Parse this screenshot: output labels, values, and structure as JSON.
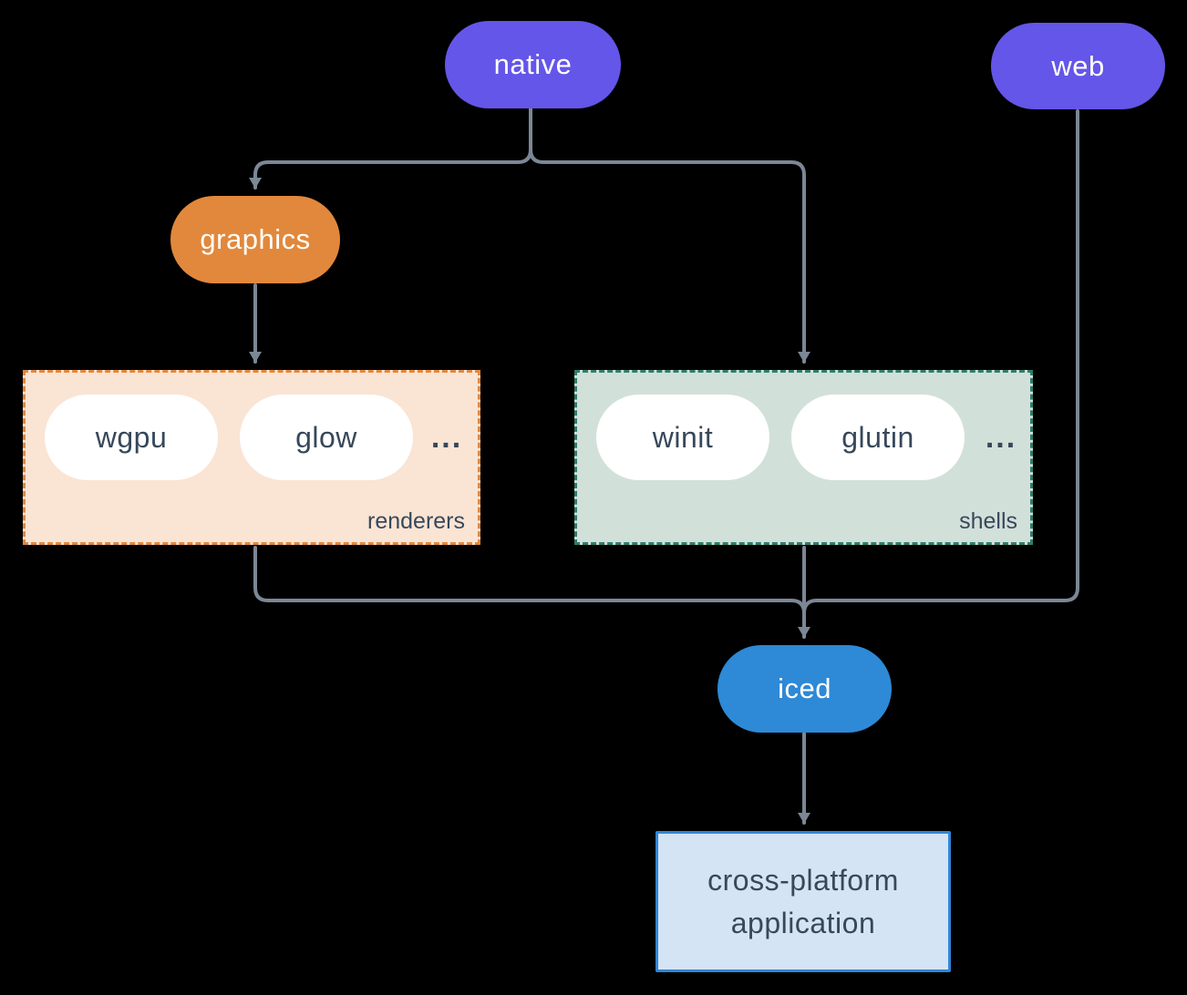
{
  "diagram": {
    "background": "#000000",
    "connector_color": "#7B8795",
    "text_dark": "#37485A",
    "nodes": {
      "native": {
        "label": "native",
        "color": "#6456E8",
        "text_color": "#FFFFFF"
      },
      "web": {
        "label": "web",
        "color": "#6456E8",
        "text_color": "#FFFFFF"
      },
      "graphics": {
        "label": "graphics",
        "color": "#E2883C",
        "text_color": "#FFFFFF"
      },
      "wgpu": {
        "label": "wgpu",
        "color": "#FFFFFF",
        "text_color": "#37485A"
      },
      "glow": {
        "label": "glow",
        "color": "#FFFFFF",
        "text_color": "#37485A"
      },
      "winit": {
        "label": "winit",
        "color": "#FFFFFF",
        "text_color": "#37485A"
      },
      "glutin": {
        "label": "glutin",
        "color": "#FFFFFF",
        "text_color": "#37485A"
      },
      "iced": {
        "label": "iced",
        "color": "#2E89D6",
        "text_color": "#FFFFFF"
      },
      "application": {
        "line1": "cross-platform",
        "line2": "application",
        "fill": "#D4E4F5",
        "border": "#2F86D6",
        "text_color": "#37485A"
      }
    },
    "groups": {
      "renderers": {
        "label": "renderers",
        "ellipsis": "...",
        "fill": "#FAE4D4",
        "border": "#E2883C"
      },
      "shells": {
        "label": "shells",
        "ellipsis": "...",
        "fill": "#D2E0DA",
        "border": "#2E7D6B"
      }
    },
    "edges": [
      {
        "from": "native",
        "to": "graphics"
      },
      {
        "from": "native",
        "to": "shells"
      },
      {
        "from": "graphics",
        "to": "renderers"
      },
      {
        "from": "renderers",
        "to": "iced"
      },
      {
        "from": "shells",
        "to": "iced"
      },
      {
        "from": "web",
        "to": "iced"
      },
      {
        "from": "iced",
        "to": "application"
      }
    ]
  }
}
